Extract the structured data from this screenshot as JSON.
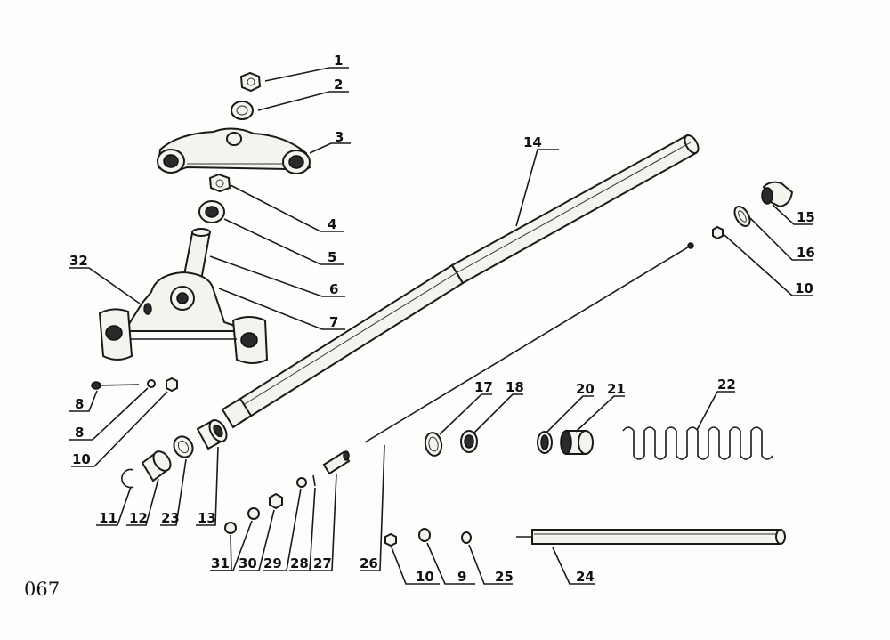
{
  "page_number": "067",
  "callouts": {
    "c1": "1",
    "c2": "2",
    "c3": "3",
    "c4": "4",
    "c5": "5",
    "c6": "6",
    "c7": "7",
    "c8a": "8",
    "c8b": "8",
    "c9": "9",
    "c10a": "10",
    "c10b": "10",
    "c10c": "10",
    "c11": "11",
    "c12": "12",
    "c13": "13",
    "c14": "14",
    "c15": "15",
    "c16": "16",
    "c17": "17",
    "c18": "18",
    "c20": "20",
    "c21": "21",
    "c22": "22",
    "c23": "23",
    "c24": "24",
    "c25": "25",
    "c26": "26",
    "c27": "27",
    "c28": "28",
    "c29": "29",
    "c30": "30",
    "c31": "31",
    "c32": "32"
  }
}
